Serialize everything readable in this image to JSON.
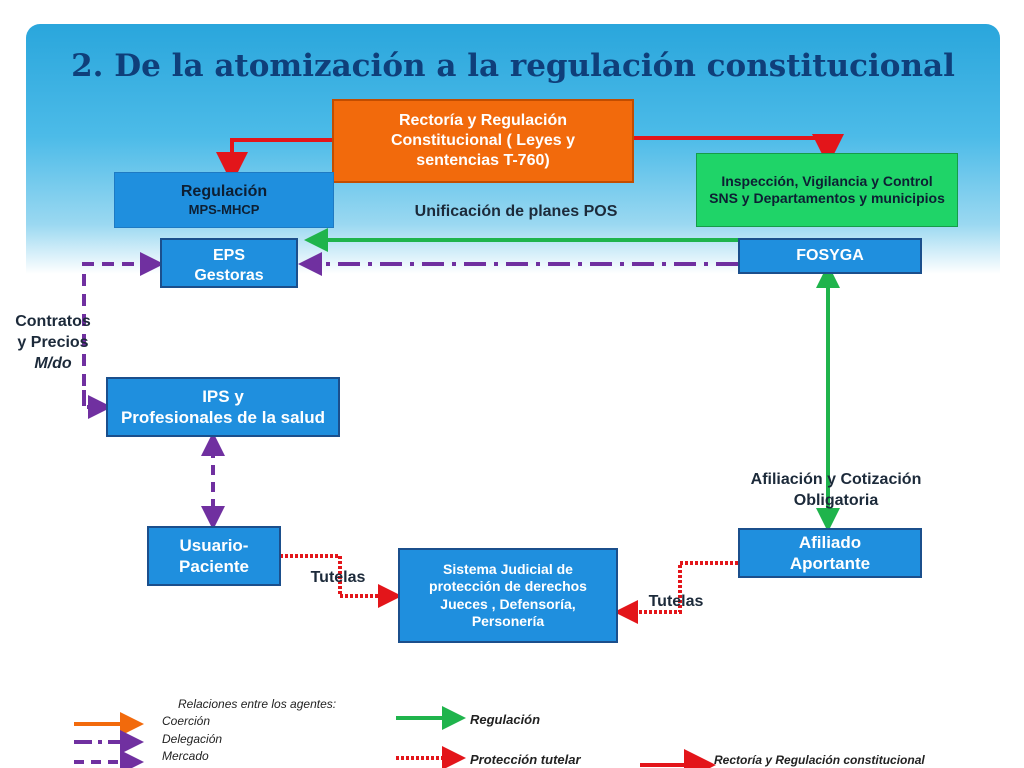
{
  "title": "2. De  la atomización a la regulación constitucional",
  "boxes": {
    "rectoria": "Rectoría y Regulación Constitucional ( Leyes y sentencias T-760)",
    "regulacion_title": "Regulación",
    "regulacion_sub": "MPS-MHCP",
    "inspeccion": "Inspección, Vigilancia y Control SNS y  Departamentos y municipios",
    "eps_line1": "EPS",
    "eps_line2": "Gestoras",
    "fosyga": "FOSYGA",
    "ips_line1": "IPS y",
    "ips_line2": "Profesionales de la salud",
    "usuario_line1": "Usuario-",
    "usuario_line2": "Paciente",
    "sistema_judicial": "Sistema Judicial  de protección de derechos Jueces , Defensoría, Personería",
    "afiliado_line1": "Afiliado",
    "afiliado_line2": "Aportante"
  },
  "labels": {
    "unificacion": "Unificación de planes POS",
    "contratos_line1": "Contratos",
    "contratos_line2": "y Precios",
    "contratos_line3": "M/do",
    "afiliacion_line1": "Afiliación y Cotización",
    "afiliacion_line2": "Obligatoria",
    "tutelas_left": "Tutelas",
    "tutelas_right": "Tutelas"
  },
  "legend": {
    "header": "Relaciones entre los agentes:",
    "coercion": "Coerción",
    "delegacion": "Delegación",
    "mercado": "Mercado",
    "regulacion": "Regulación",
    "proteccion": "Protección tutelar",
    "rectoria": "Rectoría y Regulación constitucional"
  },
  "colors": {
    "orange": "#f26a0c",
    "green": "#1fb44c",
    "purple": "#7030a0",
    "red": "#e3151a",
    "blue_box": "#1f8fde",
    "title": "#0f3f7a"
  }
}
